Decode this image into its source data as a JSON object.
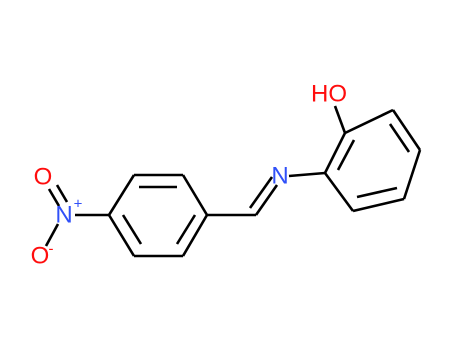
{
  "molecule": {
    "labels": {
      "hydroxyl": "HO",
      "imine_nitrogen": "N",
      "nitro_nitrogen": "N",
      "nitro_charge": "+",
      "nitro_oxygen_top": "O",
      "nitro_oxygen_bottom": "O",
      "nitro_oxygen_bottom_charge": "-"
    },
    "colors": {
      "bond": "#000000",
      "oxygen": "#ff0d0d",
      "nitrogen": "#3050f8"
    }
  }
}
